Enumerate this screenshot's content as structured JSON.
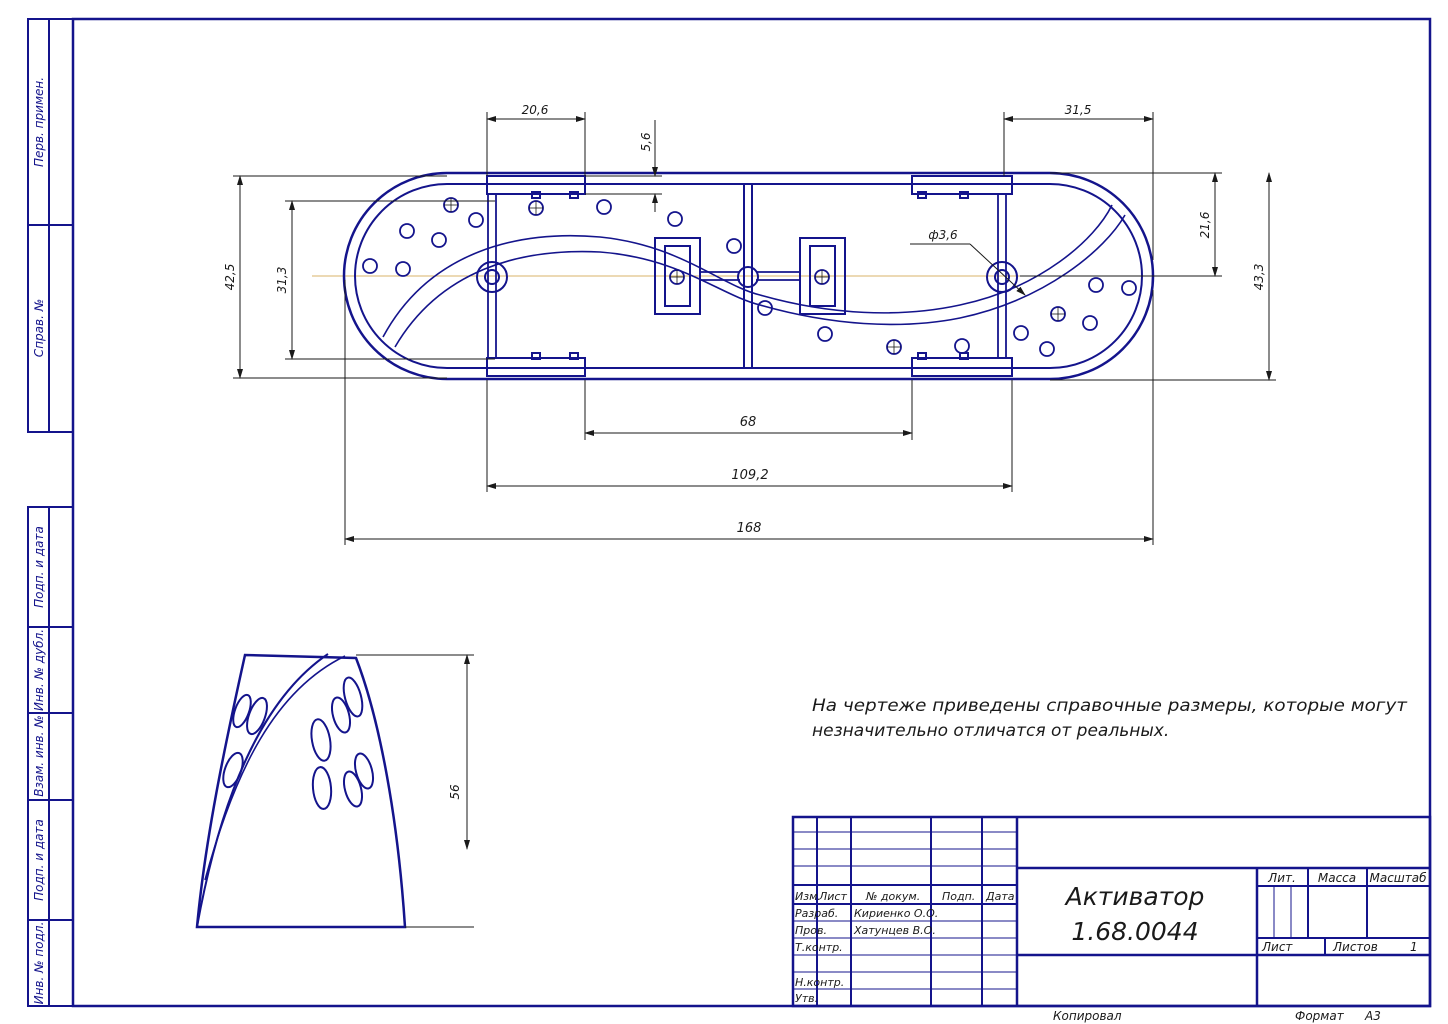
{
  "side_labels": {
    "perv_primen": "Перв. примен.",
    "sprav_no": "Справ. №",
    "podp_data_1": "Подп. и дата",
    "inv_dubl": "Инв. № дубл.",
    "vzam_inv": "Взам. инв. №",
    "podp_data_2": "Подп. и дата",
    "inv_podl": "Инв. № подл."
  },
  "dimensions": {
    "d_20_6": "20,6",
    "d_5_6": "5,6",
    "d_31_5": "31,5",
    "d_42_5": "42,5",
    "d_31_3": "31,3",
    "d_21_6": "21,6",
    "d_43_3": "43,3",
    "d_phi_3_6": "ф3,6",
    "d_68": "68",
    "d_109_2": "109,2",
    "d_168": "168",
    "d_56": "56"
  },
  "note": {
    "line1": "На   чертеже   приведены   справочные   размеры,   которые   могут",
    "line2": "незначительно отличатся от реальных."
  },
  "title_block": {
    "hdr_izm": "Изм.",
    "hdr_list": "Лист",
    "hdr_no_dokum": "№ докум.",
    "hdr_podp": "Подп.",
    "hdr_data": "Дата",
    "razrab_label": "Разраб.",
    "razrab_name": "Кириенко О.О.",
    "prov_label": "Пров.",
    "prov_name": "Хатунцев В.О.",
    "tkontr_label": "Т.контр.",
    "nkontr_label": "Н.контр.",
    "utv_label": "Утв.",
    "title": "Активатор",
    "designation": "1.68.0044",
    "lit": "Лит.",
    "massa": "Масса",
    "masshtab": "Масштаб",
    "list": "Лист",
    "listov": "Листов",
    "listov_value": "1",
    "kopiroval": "Копировал",
    "format_label": "Формат",
    "format_value": "А3"
  },
  "colors": {
    "ink": "#14148c",
    "dimension": "#1a1a1a",
    "axis": "#d9b36a"
  }
}
